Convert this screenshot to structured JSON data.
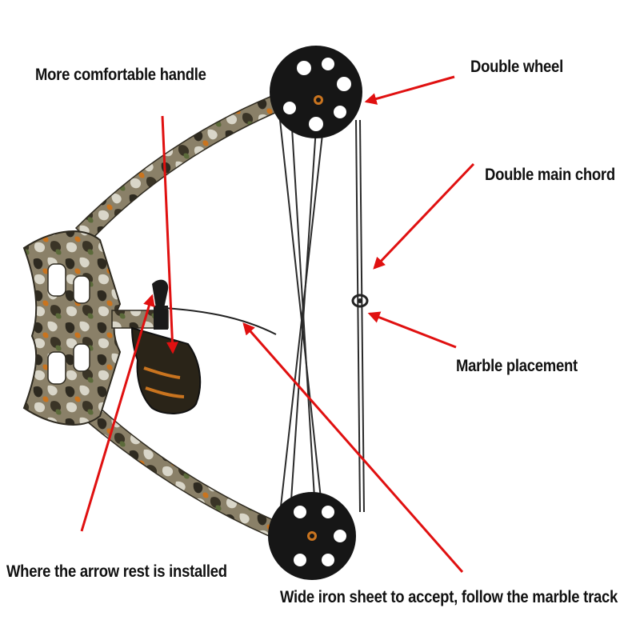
{
  "colors": {
    "arrow": "#e01010",
    "camo_dark": "#2e2a20",
    "camo_mid": "#7a6e55",
    "camo_light": "#d9d6c9",
    "camo_orange": "#c9741f",
    "wheel": "#161616",
    "string": "#2a2a2a"
  },
  "labels": {
    "handle": "More comfortable handle",
    "double_wheel": "Double wheel",
    "double_main_chord": "Double main chord",
    "marble_placement": "Marble placement",
    "arrow_rest": "Where the arrow rest is installed",
    "iron_sheet": "Wide iron sheet to accept, follow the marble track"
  }
}
